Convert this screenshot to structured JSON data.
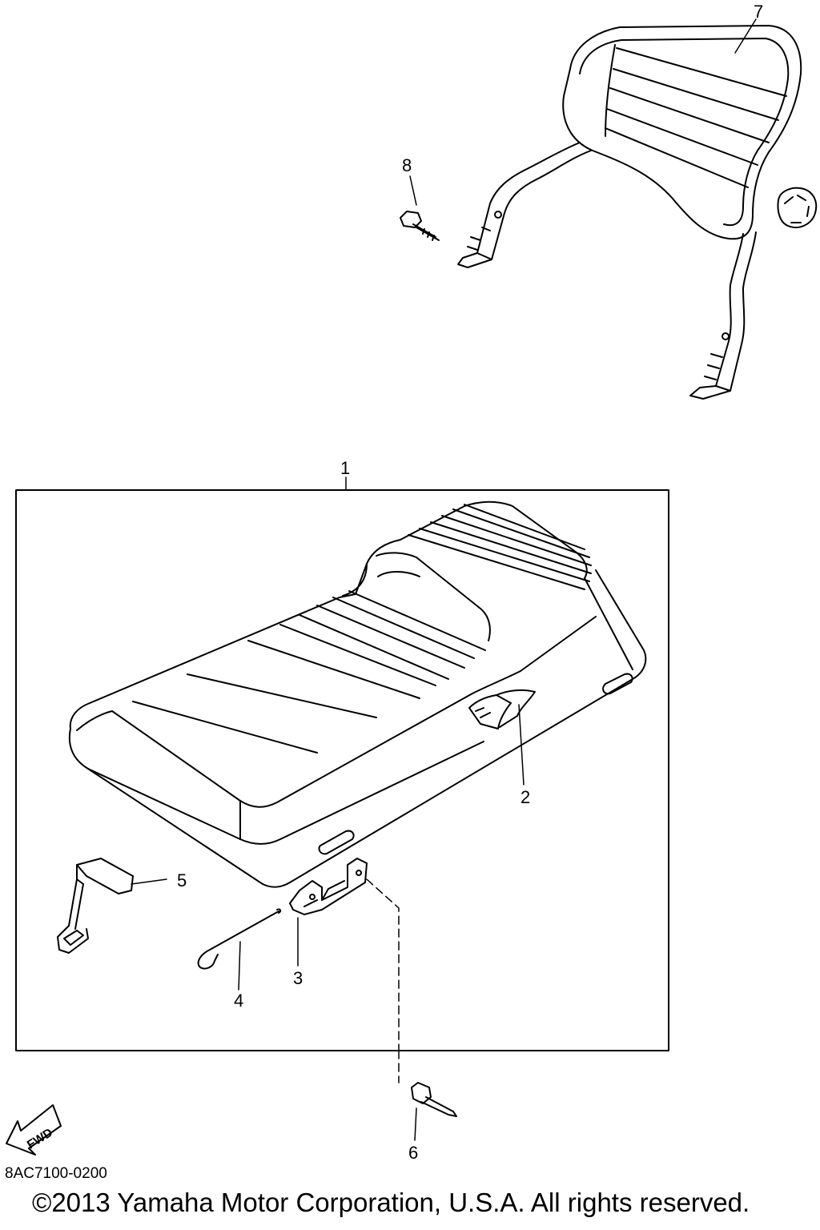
{
  "callouts": {
    "c1": "1",
    "c2": "2",
    "c3": "3",
    "c4": "4",
    "c5": "5",
    "c6": "6",
    "c7": "7",
    "c8": "8"
  },
  "fwd_label": "FWD",
  "drawing_code": "8AC7100-0200",
  "copyright": "©2013 Yamaha Motor Corporation, U.S.A. All rights reserved."
}
